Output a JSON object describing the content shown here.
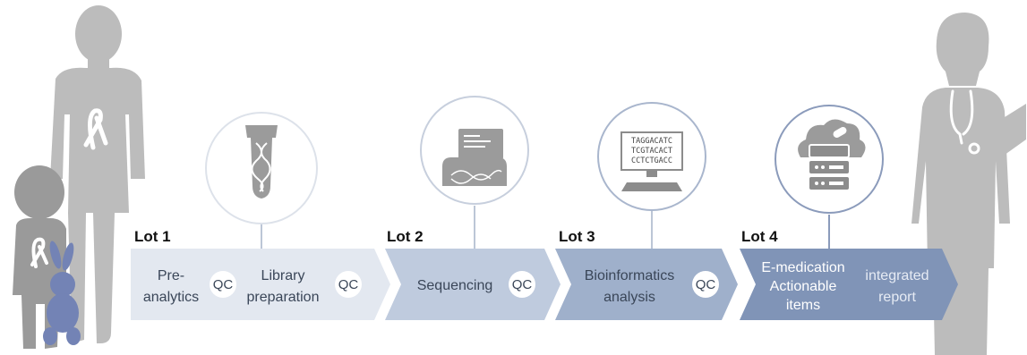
{
  "lots": [
    {
      "label": "Lot 1",
      "steps": [
        "Pre-",
        "analytics",
        "Library",
        "preparation"
      ],
      "qc": [
        "QC",
        "QC"
      ]
    },
    {
      "label": "Lot 2",
      "steps": [
        "Sequencing"
      ],
      "qc": [
        "QC"
      ]
    },
    {
      "label": "Lot 3",
      "steps": [
        "Bioinformatics",
        "analysis"
      ],
      "qc": [
        "QC"
      ]
    },
    {
      "label": "Lot 4",
      "steps": [
        "E-medication",
        "Actionable",
        "items"
      ],
      "report": [
        "integrated",
        "report"
      ]
    }
  ],
  "icons": {
    "lot1": "dna-tube-icon",
    "lot2": "sequencer-icon",
    "lot3": "computer-sequence-icon",
    "lot4": "cloud-server-pill-icon"
  },
  "sequence_text": [
    "TAGGACATC",
    "TCGTACACT",
    "CCTCTGACC"
  ],
  "colors": {
    "lot1": "#e3e8f0",
    "lot2": "#bfcbde",
    "lot3": "#9fb0cb",
    "lot4": "#8094b7",
    "figure": "#b8b8b8",
    "icon_gray": "#999999",
    "accent_blue": "#7383b5"
  }
}
